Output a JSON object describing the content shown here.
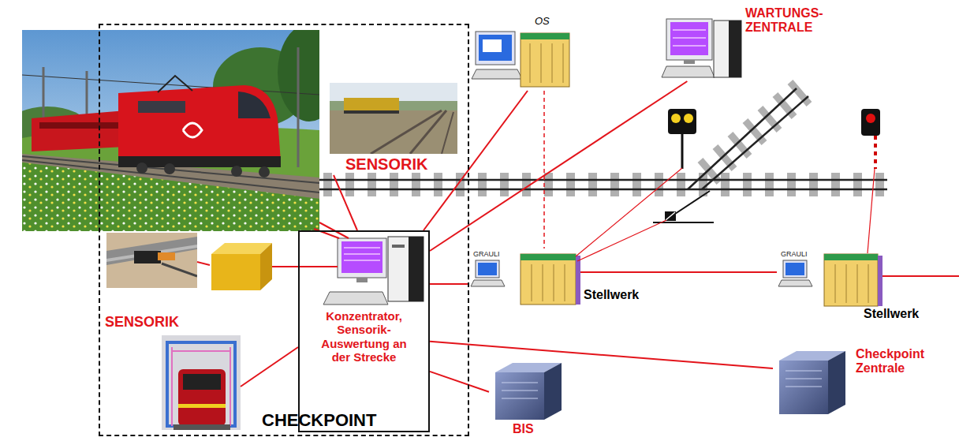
{
  "diagram": {
    "nodes": [
      {
        "text": [
          "CHECKPOINT"
        ]
      },
      {
        "text": [
          "SENSORIK"
        ],
        "in": 0
      },
      {
        "text": [
          "SENSORIK"
        ],
        "in": 0
      },
      {
        "text": [
          "Konzentrator, Sensorik- Auswertung an der Strecke"
        ],
        "in": 0
      },
      {
        "text": [
          "OS"
        ]
      },
      {
        "text": [
          "WARTUNGS- ZENTRALE"
        ]
      },
      {
        "text": [
          "Stellwerk"
        ]
      },
      {
        "text": [
          "Stellwerk"
        ]
      },
      {
        "text": [
          "BIS"
        ]
      },
      {
        "text": [
          "Checkpoint Zentrale"
        ]
      }
    ],
    "edges": [
      {
        "from": 3,
        "to": 1,
        "arrow": "none"
      },
      {
        "from": 3,
        "to": 4,
        "arrow": "none"
      },
      {
        "from": 3,
        "to": 5,
        "arrow": "none"
      },
      {
        "from": 3,
        "to": 6,
        "arrow": "none"
      },
      {
        "from": 3,
        "to": 8,
        "arrow": "none"
      },
      {
        "from": 3,
        "to": 9,
        "arrow": "none"
      },
      {
        "from": 6,
        "to": 7,
        "arrow": "none"
      },
      {
        "from": 4,
        "to": 6,
        "arrow": "none"
      }
    ],
    "labels": [
      "GRAULI",
      "GRAULI"
    ]
  }
}
